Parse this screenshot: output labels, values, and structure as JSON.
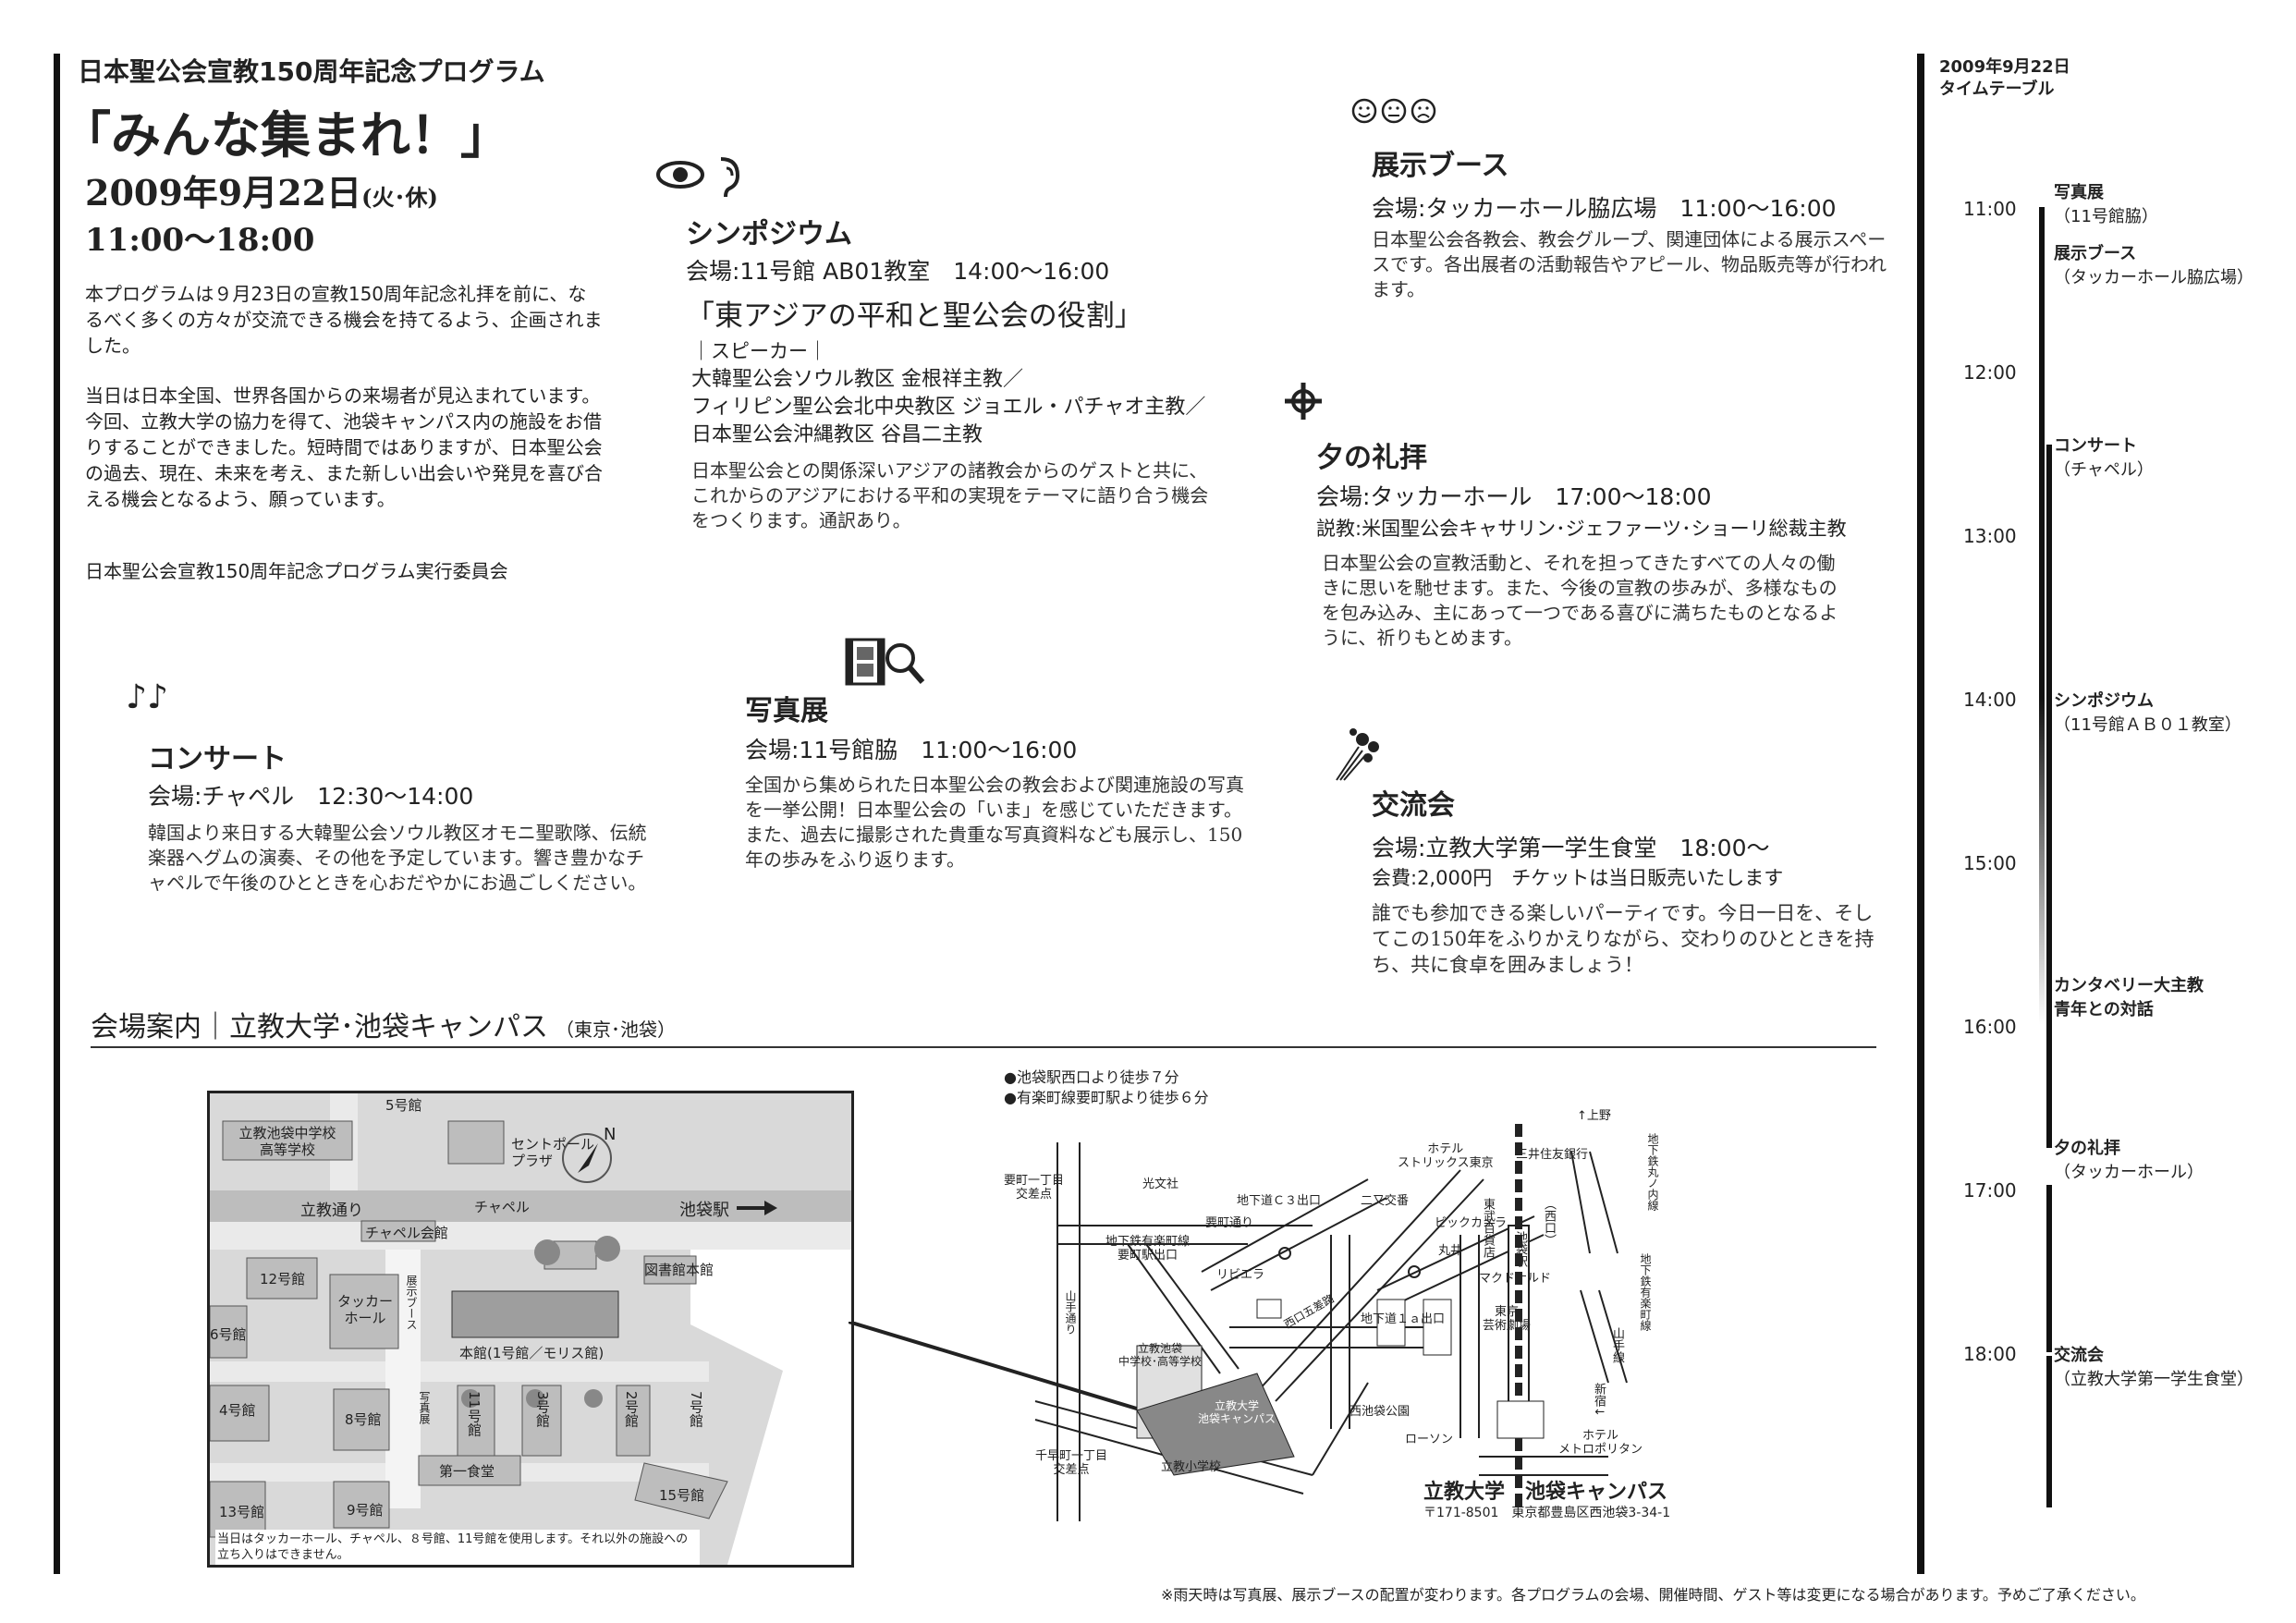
{
  "header": {
    "subtitle": "日本聖公会宣教150周年記念プログラム",
    "title": "「みんな集まれ！」",
    "date": "2009年9月22日",
    "date_suffix": "(火･休)",
    "time": "11:00〜18:00"
  },
  "intro": {
    "p1": "本プログラムは９月23日の宣教150周年記念礼拝を前に、なるべく多くの方々が交流できる機会を持てるよう、企画されました。",
    "p2": "当日は日本全国、世界各国からの来場者が見込まれています。今回、立教大学の協力を得て、池袋キャンパス内の施設をお借りすることができました。短時間ではありますが、日本聖公会の過去、現在、未来を考え、また新しい出会いや発見を喜び合える機会となるよう、願っています。",
    "signature": "日本聖公会宣教150周年記念プログラム実行委員会"
  },
  "symposium": {
    "title": "シンポジウム",
    "venue": "会場:11号館 AB01教室　14:00〜16:00",
    "theme": "「東アジアの平和と聖公会の役割」",
    "speakers_label": "｜スピーカー｜",
    "speakers": [
      "大韓聖公会ソウル教区 金根祥主教／",
      "フィリピン聖公会北中央教区 ジョエル・パチャオ主教／",
      "日本聖公会沖縄教区 谷昌二主教"
    ],
    "desc": "日本聖公会との関係深いアジアの諸教会からのゲストと共に、これからのアジアにおける平和の実現をテーマに語り合う機会をつくります。通訳あり。"
  },
  "booth": {
    "title": "展示ブース",
    "venue": "会場:タッカーホール脇広場　11:00〜16:00",
    "desc": "日本聖公会各教会、教会グループ、関連団体による展示スペースです。各出展者の活動報告やアピール、物品販売等が行われます。"
  },
  "evening": {
    "title": "夕の礼拝",
    "venue": "会場:タッカーホール　17:00〜18:00",
    "preacher": "説教:米国聖公会キャサリン･ジェファーツ･ショーリ総裁主教",
    "desc": "日本聖公会の宣教活動と、それを担ってきたすべての人々の働きに思いを馳せます。また、今後の宣教の歩みが、多様なものを包み込み、主にあって一つである喜びに満ちたものとなるように、祈りもとめます。"
  },
  "concert": {
    "title": "コンサート",
    "venue": "会場:チャペル　12:30〜14:00",
    "desc": "韓国より来日する大韓聖公会ソウル教区オモニ聖歌隊、伝統楽器ヘグムの演奏、その他を予定しています。響き豊かなチャペルで午後のひとときを心おだやかにお過ごしください。"
  },
  "photo": {
    "title": "写真展",
    "venue": "会場:11号館脇　11:00〜16:00",
    "desc": "全国から集められた日本聖公会の教会および関連施設の写真を一挙公開！日本聖公会の「いま」を感じていただきます。また、過去に撮影された貴重な写真資料なども展示し、150年の歩みをふり返ります。"
  },
  "social": {
    "title": "交流会",
    "venue": "会場:立教大学第一学生食堂　18:00〜",
    "fee": "会費:2,000円　チケットは当日販売いたします",
    "desc": "誰でも参加できる楽しいパーティです。今日一日を、そしてこの150年をふりかえりながら、交わりのひとときを持ち、共に食卓を囲みましょう！"
  },
  "venue_guide": {
    "title": "会場案内｜立教大学･池袋キャンパス",
    "title_suffix": "（東京･池袋）",
    "access": [
      "●池袋駅西口より徒歩７分",
      "●有楽町線要町駅より徒歩６分"
    ],
    "campus_note": "当日はタッカーホール、チャペル、８号館、11号館を使用します。それ以外の施設への立ち入りはできません。",
    "campus_name": "立教大学　池袋キャンパス",
    "address": "〒171-8501　東京都豊島区西池袋3-34-1",
    "campus_labels": {
      "school": "立教池袋中学校\n高等学校",
      "st_paul": "セントポール\nプラザ",
      "north": "N",
      "street": "立教通り",
      "chapel": "チャペル",
      "station": "池袋駅",
      "chapel_hall": "チャペル会館",
      "b12": "12号館",
      "library": "図書館本館",
      "tucker": "タッカー\nホール",
      "booth": "展示ブース",
      "main": "本館(1号館／モリス館)",
      "b6": "6号館",
      "b4": "4号館",
      "b8": "8号館",
      "photo": "写真展",
      "b11": "11号館",
      "b3": "3号館",
      "b2": "2号館",
      "b7": "7号館",
      "b13": "13号館",
      "b9": "9号館",
      "cafeteria": "第一食堂",
      "b15": "15号館",
      "b5": "5号館"
    },
    "area_labels": {
      "kanamecho1": "要町一丁目\n交差点",
      "kobunsha": "光文社",
      "kaname_st": "要町通り",
      "yurakucho": "地下鉄有楽町線\n要町駅出口",
      "c3": "地下道Ｃ３出口",
      "futamata": "二又交番",
      "strix": "ホテル\nストリックス東京",
      "mitsui": "三井住友銀行",
      "ueno": "↑上野",
      "marunouchi": "地下鉄丸ノ内線",
      "west": "（西口）",
      "bic": "ビックカメラ",
      "tobu": "東武百貨店",
      "ikebukuro": "池袋駅",
      "marui": "丸井",
      "riviera": "リビエラ",
      "west_gate": "西口五差路",
      "yamate": "山手通り",
      "a1": "地下道１ａ出口",
      "mcdonald": "マクドナルド",
      "geigeki": "東京\n芸術劇場",
      "yurakucho_line": "地下鉄有楽町線",
      "school2": "立教池袋\n中学校･高等学校",
      "campus2": "立教大学\n池袋キャンパス",
      "nishi_park": "西池袋公園",
      "yamanote": "山手線",
      "shinjuku": "新宿↓",
      "lawson": "ローソン",
      "metropolitan": "ホテル\nメトロポリタン",
      "senzoku": "千早町一丁目\n交差点",
      "elementary": "立教小学校"
    }
  },
  "timetable": {
    "header_date": "2009年9月22日",
    "header_label": "タイムテーブル",
    "times": [
      "11:00",
      "12:00",
      "13:00",
      "14:00",
      "15:00",
      "16:00",
      "17:00",
      "18:00"
    ],
    "events": [
      {
        "name": "写真展",
        "place": "（11号館脇）",
        "start": 11.0,
        "end": 16.0
      },
      {
        "name": "展示ブース",
        "place": "（タッカーホール脇広場）",
        "start": 11.0,
        "end": 16.0
      },
      {
        "name": "コンサート",
        "place": "（チャペル）",
        "start": 12.5,
        "end": 14.0
      },
      {
        "name": "シンポジウム",
        "place": "（11号館ＡＢ０１教室）",
        "start": 14.0,
        "end": 16.0
      },
      {
        "name": "カンタベリー大主教\n青年との対話",
        "place": "",
        "start": 16.0,
        "end": 16.75
      },
      {
        "name": "夕の礼拝",
        "place": "（タッカーホール）",
        "start": 17.0,
        "end": 18.0
      },
      {
        "name": "交流会",
        "place": "（立教大学第一学生食堂）",
        "start": 18.0,
        "end": 19.0
      }
    ]
  },
  "footnote": "※雨天時は写真展、展示ブースの配置が変わります。各プログラムの会場、開催時間、ゲスト等は変更になる場合があります。予めご了承ください。"
}
